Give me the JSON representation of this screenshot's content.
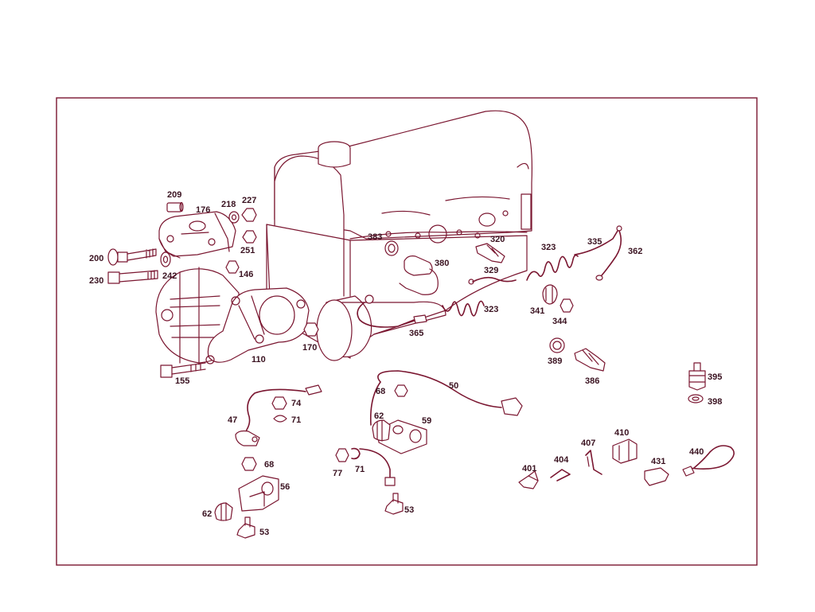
{
  "diagram": {
    "frame_color": "#7a1630",
    "line_color": "#7a1630",
    "label_color": "#3a1220",
    "callouts": {
      "c209": "209",
      "c176": "176",
      "c218": "218",
      "c227": "227",
      "c251": "251",
      "c200": "200",
      "c230": "230",
      "c242": "242",
      "c146": "146",
      "c110": "110",
      "c155": "155",
      "c170": "170",
      "c383": "383",
      "c380": "380",
      "c320": "320",
      "c329": "329",
      "c323a": "323",
      "c323b": "323",
      "c335": "335",
      "c362": "362",
      "c341": "341",
      "c344": "344",
      "c365": "365",
      "c389": "389",
      "c386": "386",
      "c395": "395",
      "c398": "398",
      "c50": "50",
      "c68a": "68",
      "c62a": "62",
      "c59": "59",
      "c77": "77",
      "c71a": "71",
      "c53a": "53",
      "c47": "47",
      "c74": "74",
      "c71b": "71",
      "c68b": "68",
      "c56": "56",
      "c62b": "62",
      "c53b": "53",
      "c401": "401",
      "c404": "404",
      "c407": "407",
      "c410": "410",
      "c431": "431",
      "c440": "440"
    }
  }
}
